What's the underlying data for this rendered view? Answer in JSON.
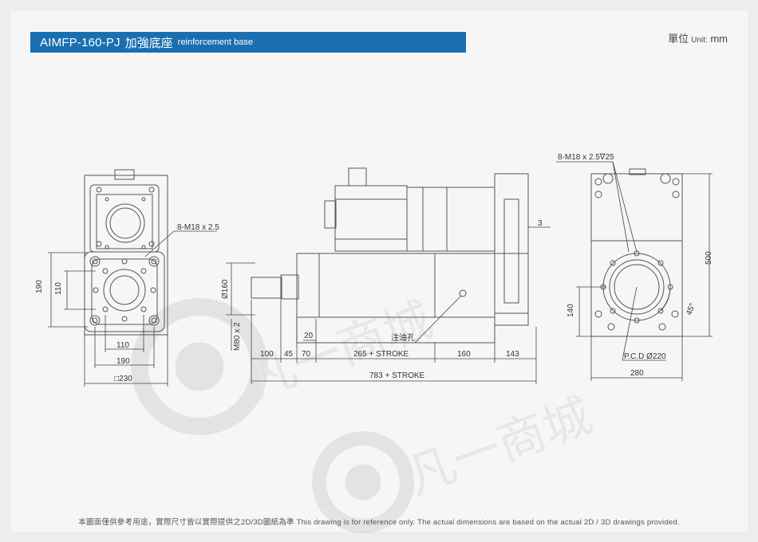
{
  "header": {
    "model": "AIMFP-160-PJ",
    "title_cn": "加強底座",
    "title_en": "reinforcement base",
    "unit_cn": "單位",
    "unit_label": "Unit:",
    "unit_value": "mm"
  },
  "footer": {
    "disclaimer": "本圖面僅供參考用途，實際尺寸皆以實際提供之2D/3D圖紙為準 This drawing is for reference only. The actual dimensions are based on the actual 2D / 3D drawings provided."
  },
  "watermark": {
    "text": "凡一商城"
  },
  "colors": {
    "title_bar": "#1a6fb0",
    "line": "#555555",
    "dim": "#444444"
  },
  "front_view": {
    "hole_label": "8-M18 x 2.5",
    "dim_190_vertical": "190",
    "dim_110_vertical": "110",
    "dim_110": "110",
    "dim_190": "190",
    "dim_230": "□230"
  },
  "side_view": {
    "dim_3": "3",
    "dia_160": "Ø160",
    "m80": "M80 x 2",
    "dim_20": "20",
    "dim_100": "100",
    "dim_45": "45",
    "dim_70": "70",
    "dim_stroke": "265 + STROKE",
    "dim_160": "160",
    "dim_143": "143",
    "dim_total": "783 + STROKE",
    "oil_label": "注油孔"
  },
  "end_view": {
    "hole_label": "8-M18 x 2.5∇25",
    "dim_500": "500",
    "dim_140": "140",
    "angle": "45°",
    "pcd": "P.C.D Ø220",
    "dim_280": "280"
  }
}
